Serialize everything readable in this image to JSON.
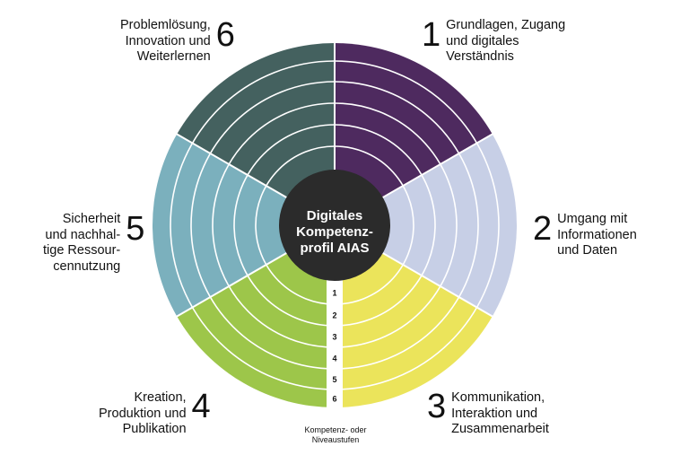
{
  "center": {
    "line1": "Digitales",
    "line2": "Kompetenz-",
    "line3": "profil AIAS"
  },
  "segments": [
    {
      "number": "1",
      "label": "Grundlagen, Zugang\nund digitales\nVerständnis",
      "color": "#4e2a5f"
    },
    {
      "number": "2",
      "label": "Umgang mit\nInformationen\nund Daten",
      "color": "#c7cfe6"
    },
    {
      "number": "3",
      "label": "Kommunikation,\nInteraktion und\nZusammenarbeit",
      "color": "#ebe45b"
    },
    {
      "number": "4",
      "label": "Kreation,\nProduktion und\nPublikation",
      "color": "#9dc64a"
    },
    {
      "number": "5",
      "label": "Sicherheit\nund nachhal-\ntige Ressour-\ncennutzung",
      "color": "#7bb0bd"
    },
    {
      "number": "6",
      "label": "Problemlösung,\nInnovation und\nWeiterlernen",
      "color": "#44615f"
    }
  ],
  "levels": [
    "1",
    "2",
    "3",
    "4",
    "5",
    "6"
  ],
  "levels_caption": "Kompetenz- oder\nNiveaustufen",
  "center_color": "#2b2b2b"
}
